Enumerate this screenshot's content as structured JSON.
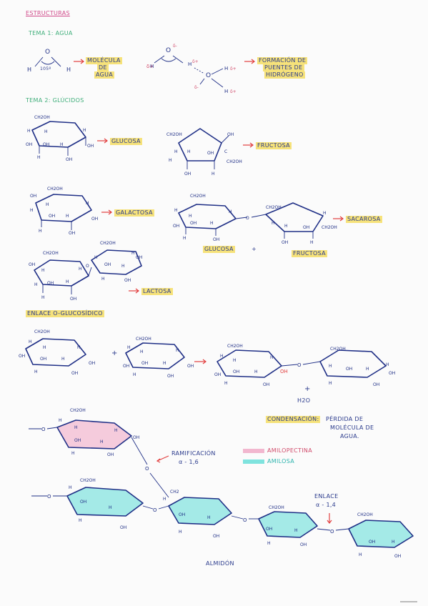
{
  "title": "ESTRUCTURAS",
  "tema1": {
    "heading": "TEMA 1: AGUA",
    "water_angle": "105º",
    "label_molecula": [
      "MOLÉCULA",
      "DE",
      "AGUA"
    ],
    "label_puentes": [
      "FORMACIÓN DE",
      "PUENTES DE",
      "HIDRÓGENO"
    ]
  },
  "tema2": {
    "heading": "TEMA 2: GLÚCIDOS",
    "labels": {
      "glucosa": "GLUCOSA",
      "fructosa": "FRUCTOSA",
      "galactosa": "GALACTOSA",
      "sacarosa": "SACAROSA",
      "glucosa_b": "GLUCOSA",
      "fructosa_b": "FRUCTOSA",
      "plus": "+",
      "lactosa": "LACTOSA"
    }
  },
  "enlace": {
    "heading": "ENLACE O-GLUCOSÍDICO",
    "plus1": "+",
    "plus2": "+",
    "water": "H2O",
    "condensacion_label": "CONDENSACIÓN:",
    "condensacion_text": [
      "PÉRDIDA DE",
      "MOLÉCULA DE",
      "AGUA."
    ]
  },
  "almidon": {
    "ramificacion": [
      "RAMIFICACIÓN",
      "α - 1,6"
    ],
    "legend_amilopectina": "AMILOPECTINA",
    "legend_amilosa": "AMILOSA",
    "enlace": [
      "ENLACE",
      "α - 1,4"
    ],
    "caption": "ALMIDÓN"
  },
  "colors": {
    "ink": "#1f2f86",
    "arrow": "#e24040",
    "highlight_yellow": "#f6e27a",
    "highlight_pink": "#f2b7cf",
    "highlight_cyan": "#7fe3de",
    "heading_green": "#3fae7a"
  }
}
